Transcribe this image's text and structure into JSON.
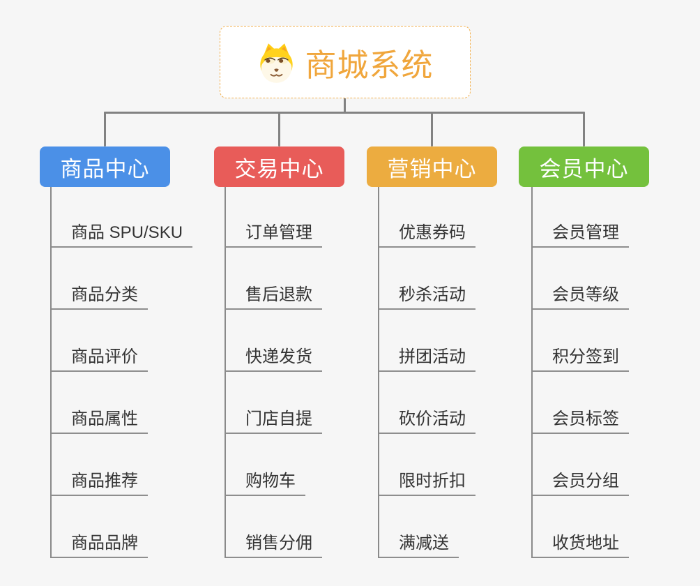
{
  "root": {
    "title": "商城系统",
    "title_color": "#F0A63C",
    "border_color": "#F2B04E",
    "icon": "dog-face-icon"
  },
  "branches": [
    {
      "label": "商品中心",
      "color": "#4B90E7",
      "children": [
        "商品 SPU/SKU",
        "商品分类",
        "商品评价",
        "商品属性",
        "商品推荐",
        "商品品牌"
      ]
    },
    {
      "label": "交易中心",
      "color": "#E85C59",
      "children": [
        "订单管理",
        "售后退款",
        "快递发货",
        "门店自提",
        "购物车",
        "销售分佣"
      ]
    },
    {
      "label": "营销中心",
      "color": "#ECAC40",
      "children": [
        "优惠券码",
        "秒杀活动",
        "拼团活动",
        "砍价活动",
        "限时折扣",
        "满减送"
      ]
    },
    {
      "label": "会员中心",
      "color": "#74C13D",
      "children": [
        "会员管理",
        "会员等级",
        "积分签到",
        "会员标签",
        "会员分组",
        "收货地址"
      ]
    }
  ]
}
